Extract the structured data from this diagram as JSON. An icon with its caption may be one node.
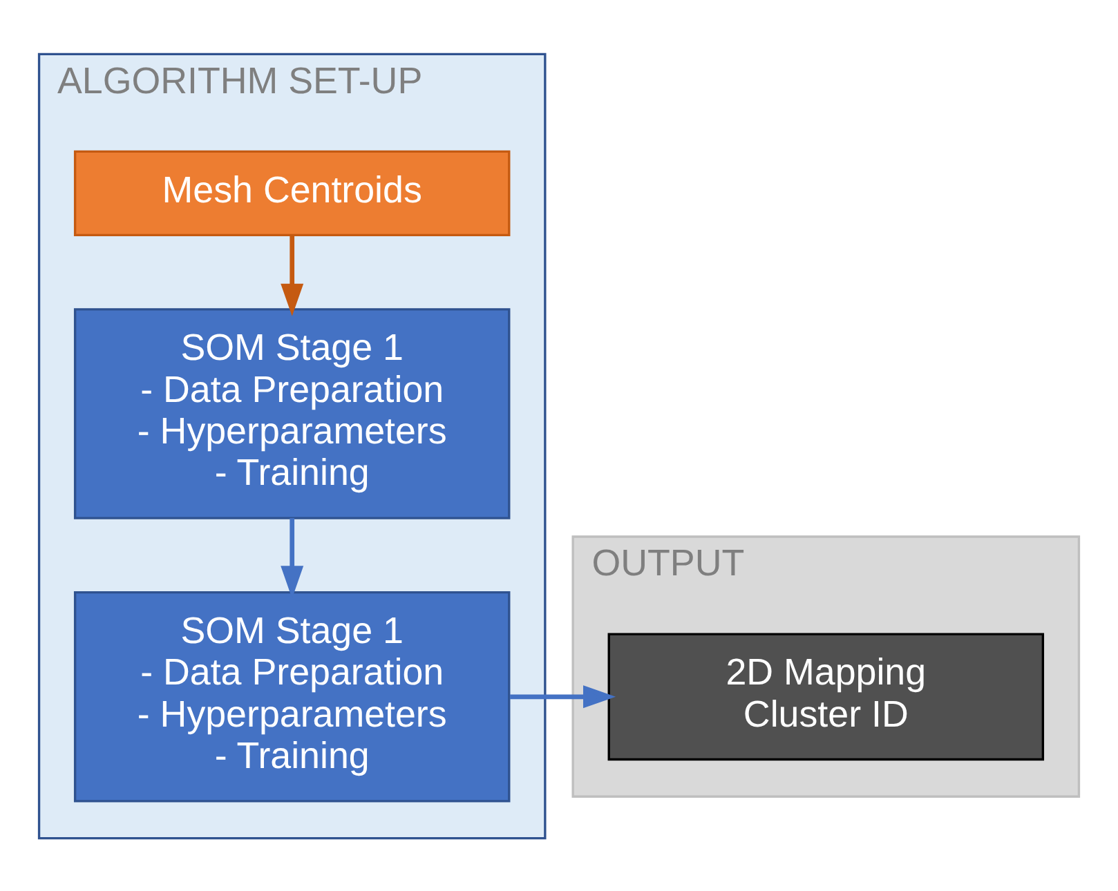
{
  "diagram": {
    "nodes": [
      {
        "text": [
          "ALGORITHM SET-UP"
        ]
      },
      {
        "text": [
          "Mesh Centroids"
        ],
        "in": 0
      },
      {
        "text": [
          "SOM Stage 1",
          "- Data Preparation",
          "- Hyperparameters",
          "- Training"
        ],
        "in": 0
      },
      {
        "text": [
          "SOM Stage 1",
          "- Data Preparation",
          "- Hyperparameters",
          "- Training"
        ],
        "in": 0
      },
      {
        "text": [
          "OUTPUT"
        ]
      },
      {
        "text": [
          "2D Mapping",
          "Cluster ID"
        ],
        "in": 4
      }
    ],
    "edges": [
      {
        "from": 1,
        "to": 2,
        "arrow": "to",
        "color": "#c55a11"
      },
      {
        "from": 2,
        "to": 3,
        "arrow": "to"
      },
      {
        "from": 3,
        "to": 5,
        "arrow": "to"
      }
    ]
  }
}
